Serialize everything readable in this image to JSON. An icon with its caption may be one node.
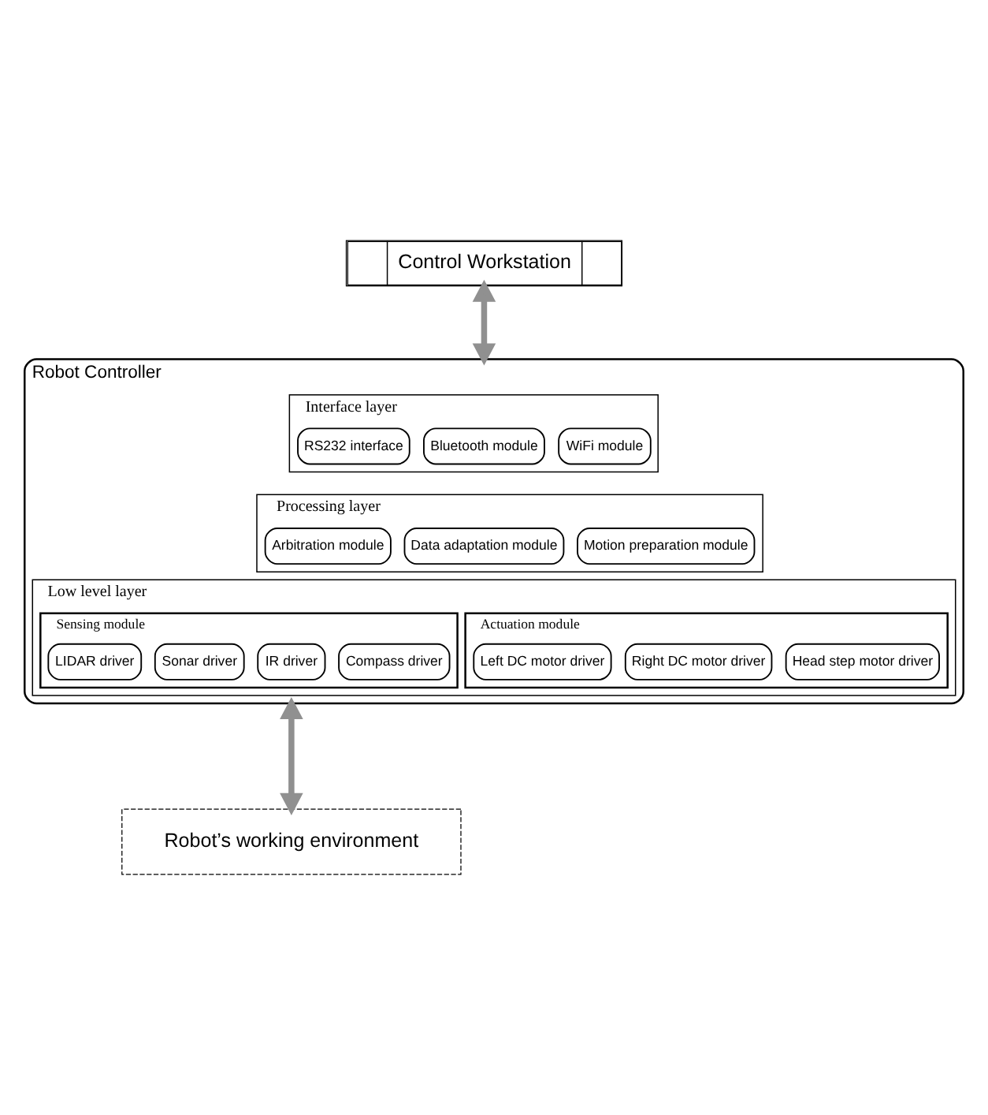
{
  "diagram": {
    "nodes": [
      {
        "text": [
          "Control Workstation"
        ]
      },
      {
        "text": [
          "Robot Controller"
        ]
      },
      {
        "text": [
          "Interface layer"
        ],
        "in": 1
      },
      {
        "text": [
          "RS232 interface"
        ],
        "in": 2
      },
      {
        "text": [
          "Bluetooth module"
        ],
        "in": 2
      },
      {
        "text": [
          "WiFi module"
        ],
        "in": 2
      },
      {
        "text": [
          "Processing layer"
        ],
        "in": 1
      },
      {
        "text": [
          "Arbitration module"
        ],
        "in": 6
      },
      {
        "text": [
          "Data adaptation module"
        ],
        "in": 6
      },
      {
        "text": [
          "Motion preparation module"
        ],
        "in": 6
      },
      {
        "text": [
          "Low level layer"
        ],
        "in": 1
      },
      {
        "text": [
          "Actuation module"
        ],
        "in": 10
      },
      {
        "text": [
          "Left DC motor driver"
        ],
        "in": 11
      },
      {
        "text": [
          "Right DC motor driver"
        ],
        "in": 11
      },
      {
        "text": [
          "Head step motor driver"
        ],
        "in": 11
      },
      {
        "text": [
          "Sensing module"
        ],
        "in": 10
      },
      {
        "text": [
          "LIDAR driver"
        ],
        "in": 15
      },
      {
        "text": [
          "Sonar driver"
        ],
        "in": 15
      },
      {
        "text": [
          "IR driver"
        ],
        "in": 15
      },
      {
        "text": [
          "Compass driver"
        ],
        "in": 15
      },
      {
        "text": [
          "Robot’s working environment"
        ]
      }
    ],
    "edges": [
      {
        "from": 0,
        "to": 1,
        "arrow": "both"
      },
      {
        "from": 1,
        "to": 20,
        "arrow": "both"
      }
    ]
  }
}
